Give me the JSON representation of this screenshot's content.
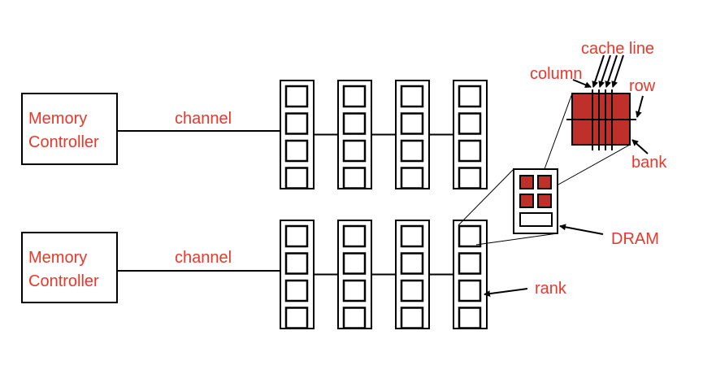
{
  "diagram": {
    "title": "DRAM organization: memory controller, channel, rank, DRAM chip, bank",
    "colors": {
      "label": "#E8382B",
      "bank_fill": "#C0302A",
      "stroke": "#000000",
      "background": "#FFFFFF"
    },
    "channels": [
      {
        "controller_label_line1": "Memory",
        "controller_label_line2": "Controller",
        "channel_label": "channel",
        "dimm_count": 4,
        "chips_per_dimm": 4
      },
      {
        "controller_label_line1": "Memory",
        "controller_label_line2": "Controller",
        "channel_label": "channel",
        "dimm_count": 4,
        "chips_per_dimm": 4
      }
    ],
    "dram_chip": {
      "bank_count": 4,
      "has_row_buffer": true
    },
    "bank_detail": {
      "column_lines": 4,
      "row_lines": 1
    },
    "annotations": {
      "rank": "rank",
      "dram": "DRAM",
      "bank": "bank",
      "row": "row",
      "column": "column",
      "cache_line": "cache line"
    }
  }
}
